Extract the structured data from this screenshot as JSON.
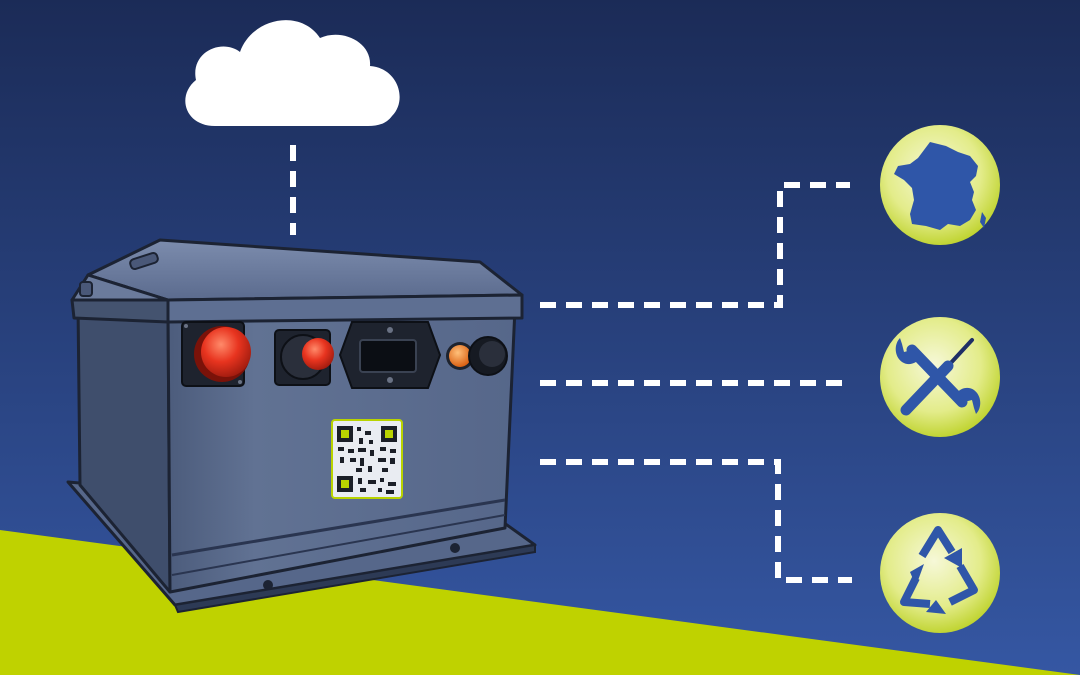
{
  "colors": {
    "background_top": "#1b2b57",
    "background_bottom": "#2f4f99",
    "ground": "#bfd200",
    "battery_body": "#5a6b8c",
    "battery_dark": "#2e3a55",
    "connector_line": "#ffffff",
    "button_red": "#e8341f",
    "button_orange": "#ef6a14",
    "qr_frame": "#b9d300",
    "badge_fill_center": "#f4f7c8",
    "badge_fill_edge": "#c6d830",
    "icon_blue": "#2f56a8"
  },
  "diagram": {
    "center_object": "battery-box",
    "top_node": "cloud-icon",
    "side_nodes": [
      {
        "id": "france",
        "icon": "france-map-icon"
      },
      {
        "id": "maintenance",
        "icon": "wrench-screwdriver-icon"
      },
      {
        "id": "recycling",
        "icon": "recycle-icon"
      }
    ],
    "battery_controls": [
      {
        "id": "main-switch",
        "icon": "red-power-button-icon"
      },
      {
        "id": "secondary-switch",
        "icon": "red-connector-icon"
      },
      {
        "id": "display",
        "icon": "lcd-display-icon"
      },
      {
        "id": "indicator",
        "icon": "orange-led-icon"
      },
      {
        "id": "port",
        "icon": "black-port-icon"
      }
    ],
    "tag": "qr-code-icon"
  }
}
